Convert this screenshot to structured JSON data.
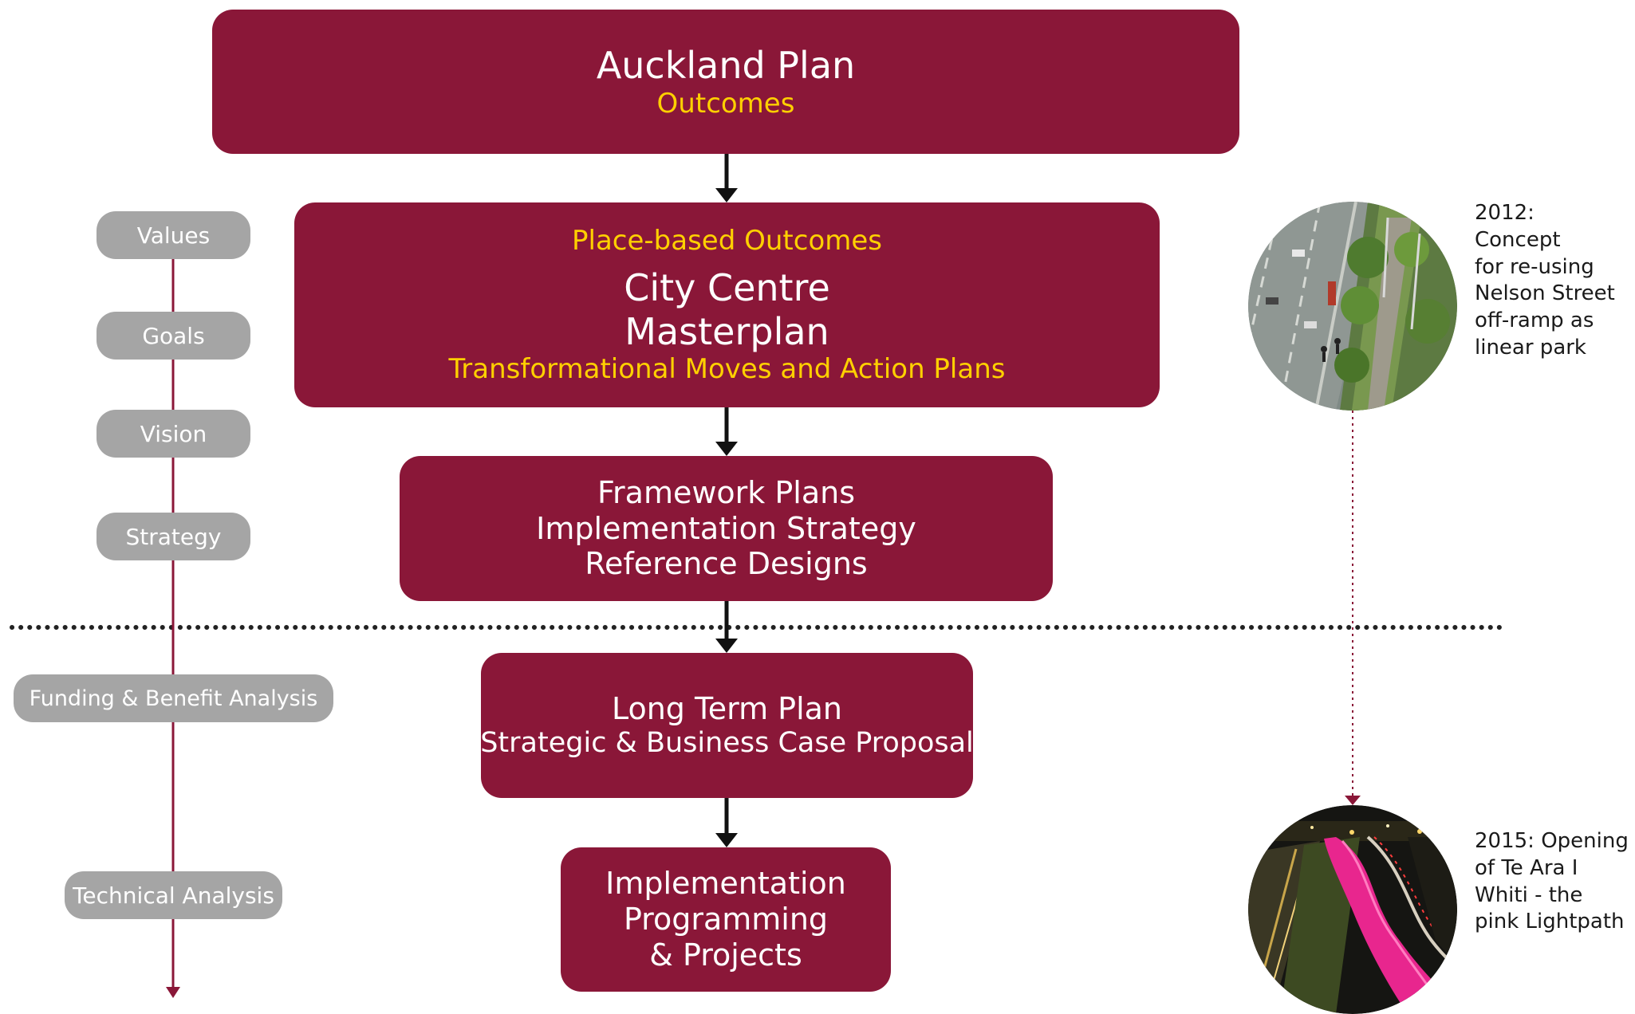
{
  "boxes": {
    "auckland_plan": {
      "title": "Auckland Plan",
      "subtitle": "Outcomes"
    },
    "city_centre": {
      "kicker": "Place-based Outcomes",
      "title_line1": "City Centre",
      "title_line2": "Masterplan",
      "subtitle": "Transformational Moves and Action Plans"
    },
    "framework": {
      "line1": "Framework Plans",
      "line2": "Implementation Strategy",
      "line3": "Reference Designs"
    },
    "long_term_plan": {
      "line1": "Long Term Plan",
      "line2": "Strategic & Business Case Proposal"
    },
    "implementation": {
      "line1": "Implementation",
      "line2": "Programming",
      "line3": "& Projects"
    }
  },
  "timeline_labels": {
    "values": "Values",
    "goals": "Goals",
    "vision": "Vision",
    "strategy": "Strategy",
    "funding": "Funding & Benefit Analysis",
    "technical": "Technical Analysis"
  },
  "captions": {
    "c2012": {
      "line1": "2012:",
      "line2": "Concept",
      "line3": "for re-using",
      "line4": "Nelson Street",
      "line5": "off-ramp as",
      "line6": "linear park"
    },
    "c2015": {
      "line1": "2015: Opening",
      "line2": "of Te Ara I",
      "line3": "Whiti - the",
      "line4": "pink Lightpath"
    }
  },
  "colors": {
    "box": "#8a1738",
    "highlight_text": "#ffd000",
    "pill": "#a5a5a5",
    "timeline_line": "#8a1738",
    "lightpath": "#e8268e"
  }
}
